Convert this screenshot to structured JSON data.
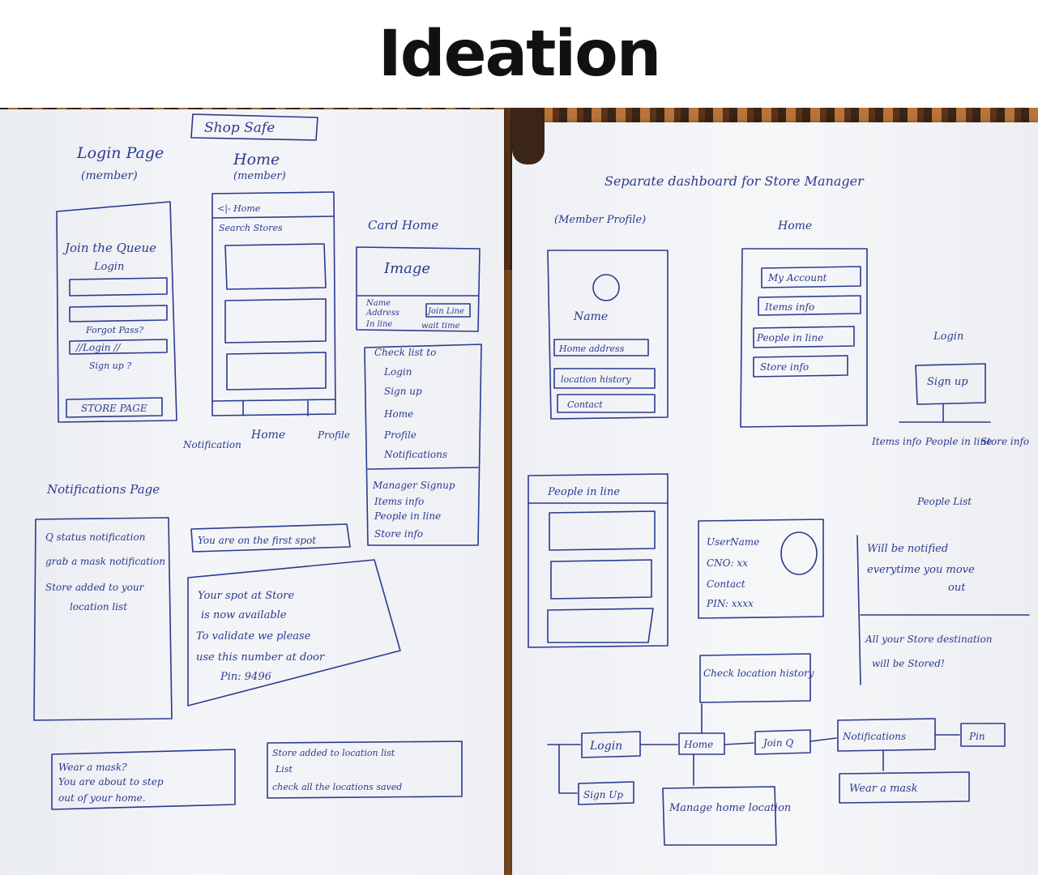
{
  "heading": "Ideation",
  "left_page": {
    "app_name": "Shop Safe",
    "login_title": "Login Page",
    "login_sub": "(member)",
    "home_title": "Home",
    "home_sub": "(member)",
    "card_home": "Card Home",
    "login_screen": [
      "Join the Queue",
      "Login",
      "Forgot Pass?",
      "//Login //",
      "Sign up ?",
      "STORE PAGE"
    ],
    "home_screen": [
      "<|- Home",
      "Search Stores"
    ],
    "home_nav": [
      "Notification",
      "Home",
      "Profile"
    ],
    "card": [
      "Image",
      "Name",
      "Address",
      "Join Line",
      "In line",
      "wait time"
    ],
    "checklist_title": "Check list to",
    "checklist": [
      "Login",
      "Sign up",
      "Home",
      "Profile",
      "Notifications"
    ],
    "manager_list": [
      "Manager Signup",
      "Items info",
      "People in line",
      "Store info"
    ],
    "notif_title": "Notifications Page",
    "notif_items": [
      "Q status notification",
      "grab a mask notification",
      "Store added to your",
      "location list"
    ],
    "toast_first": "You are on the first spot",
    "spot_msg": [
      "Your spot at Store",
      "is now available",
      "To validate we please",
      "use this number at door",
      "Pin: 9496"
    ],
    "mask_msg": [
      "Wear a mask?",
      "You are about to step",
      "out of your home."
    ],
    "store_msg": [
      "Store added to location list",
      "List",
      "check all the locations saved"
    ]
  },
  "right_page": {
    "header": "Separate dashboard for Store Manager",
    "profile_title": "(Member Profile)",
    "profile_items": [
      "Name",
      "Home address",
      "location history",
      "Contact"
    ],
    "home_title": "Home",
    "home_items": [
      "My Account",
      "Items info",
      "People in line",
      "Store info"
    ],
    "auth_flow": [
      "Login",
      "Sign up"
    ],
    "branches": [
      "Items info",
      "People in line",
      "Store info"
    ],
    "people_list": "People List",
    "people_in_line": "People in line",
    "user_card": [
      "UserName",
      "CNO: xx",
      "Contact",
      "PIN: xxxx"
    ],
    "notify_msg": [
      "Will be notified",
      "everytime you move",
      "out"
    ],
    "store_msg": [
      "All your Store destination",
      "will be Stored!"
    ],
    "flow": [
      "Login",
      "Home",
      "Join Q",
      "Notifications",
      "Pin",
      "Sign Up",
      "Manage home location",
      "Check location history",
      "Wear a mask"
    ]
  }
}
